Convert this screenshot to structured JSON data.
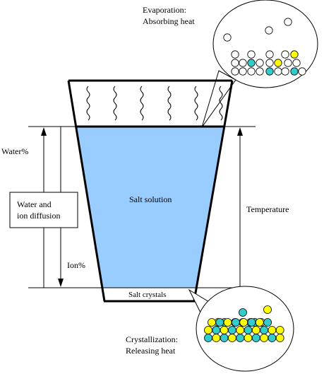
{
  "labels": {
    "evaporation_line1": "Evaporation:",
    "evaporation_line2": "Absorbing heat",
    "salt_solution": "Salt solution",
    "salt_crystals": "Salt crystals",
    "crystallization_line1": "Crystallization:",
    "crystallization_line2": "Releasing heat",
    "water_pct": "Water%",
    "ion_pct": "Ion%",
    "diffusion_line1": "Water and",
    "diffusion_line2": "ion diffusion",
    "temperature": "Temperature"
  },
  "colors": {
    "solution": "#99ccff",
    "ion_yellow": "#ffff00",
    "ion_cyan": "#33cccc",
    "water_molecule": "#ffffff",
    "outline": "#000000"
  },
  "icons": {
    "vapor": "wavy-vapor-lines",
    "molecule": "circle"
  }
}
